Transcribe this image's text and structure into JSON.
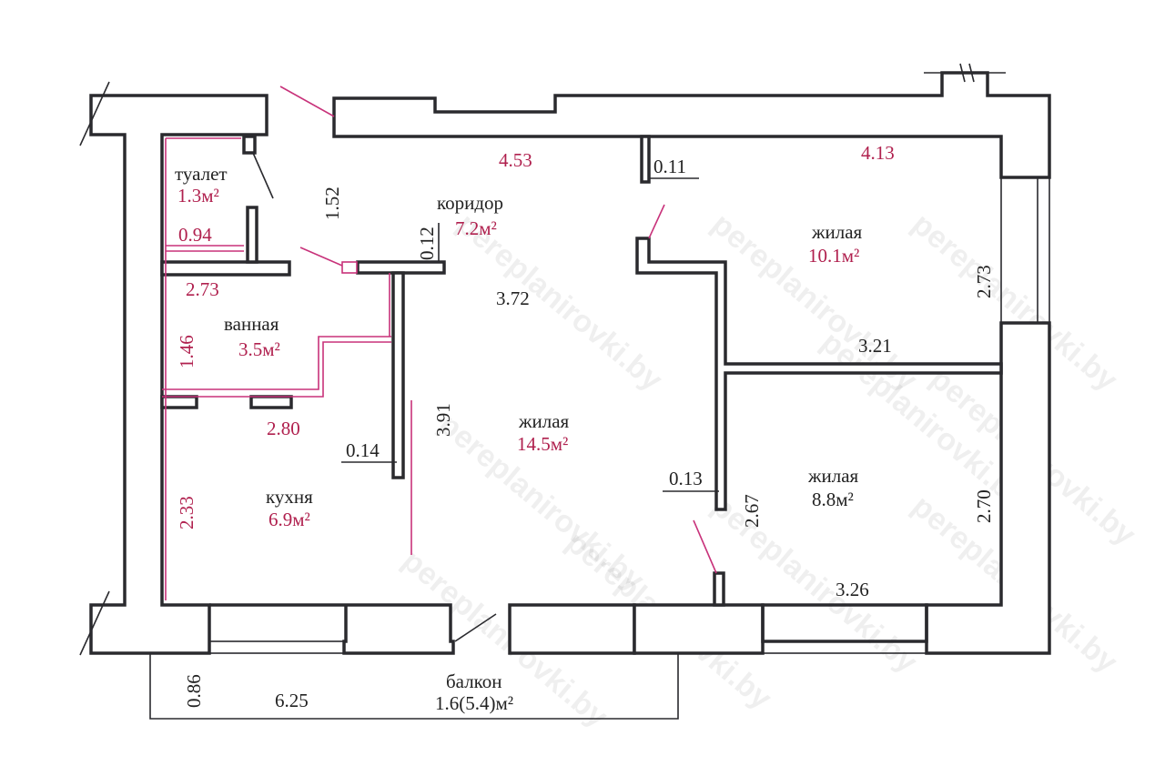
{
  "plan": {
    "rooms": {
      "toilet": {
        "name": "туалет",
        "area": "1.3м²"
      },
      "corridor": {
        "name": "коридор",
        "area": "7.2м²"
      },
      "bathroom": {
        "name": "ванная",
        "area": "3.5м²"
      },
      "kitchen": {
        "name": "кухня",
        "area": "6.9м²"
      },
      "living_main": {
        "name": "жилая",
        "area": "14.5м²"
      },
      "living_top_right": {
        "name": "жилая",
        "area": "10.1м²"
      },
      "living_bottom_right": {
        "name": "жилая",
        "area": "8.8м²"
      },
      "balcony": {
        "name": "балкон",
        "area": "1.6(5.4)м²"
      }
    },
    "dimensions": {
      "corridor_width": "4.53",
      "top_right_width_top": "4.13",
      "wall_011": "0.11",
      "toilet_height": "1.52",
      "toilet_width": "0.94",
      "wall_012": "0.12",
      "bath_width": "2.73",
      "bath_height": "1.46",
      "living_width": "3.72",
      "living_height": "3.91",
      "kitchen_width": "2.80",
      "kitchen_height": "2.33",
      "wall_014": "0.14",
      "top_right_height": "2.73",
      "top_right_width": "3.21",
      "wall_013": "0.13",
      "bottom_right_height_left": "2.67",
      "bottom_right_height_right": "2.70",
      "bottom_right_width": "3.26",
      "balcony_depth": "0.86",
      "balcony_length": "6.25"
    },
    "watermark": "pereplanirovki.by"
  }
}
